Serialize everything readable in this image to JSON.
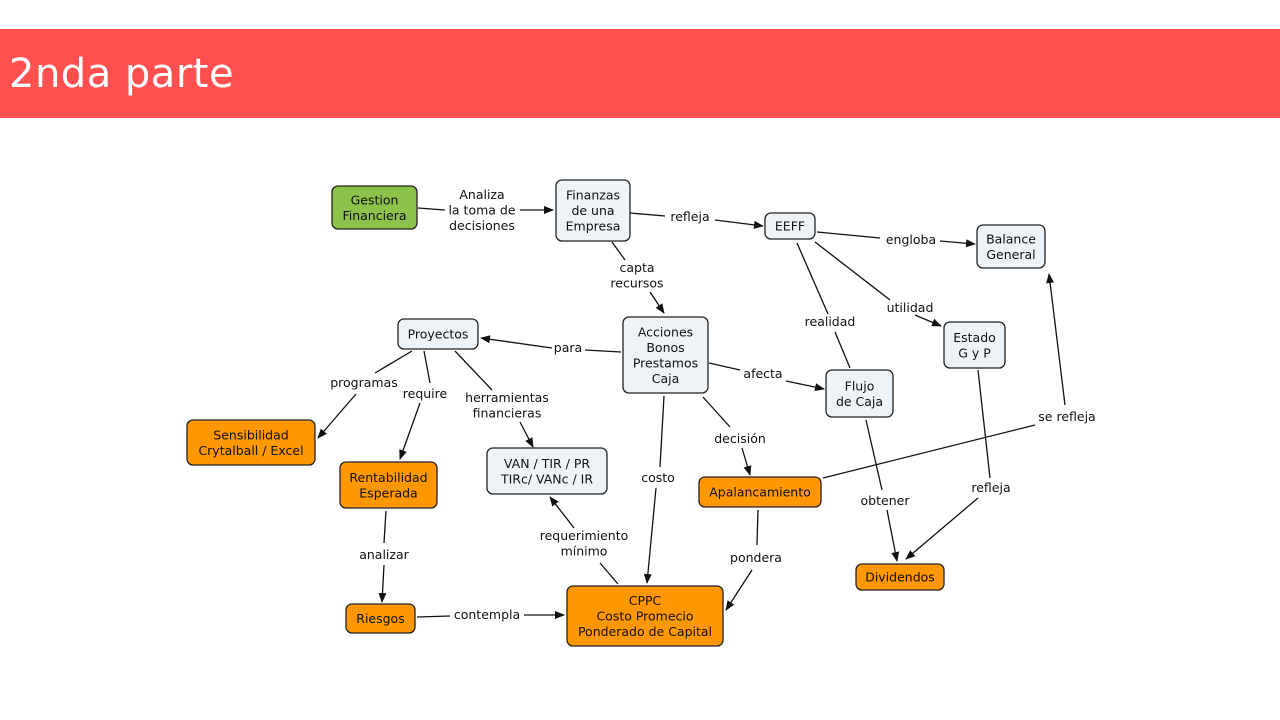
{
  "slide": {
    "title": "2nda parte"
  },
  "colors": {
    "title_bar": "#ff4f4f",
    "green": "#8bc34a",
    "orange": "#ff9800",
    "light": "#eef3f7"
  },
  "nodes": {
    "gestion": {
      "lines": [
        "Gestion",
        "Financiera"
      ],
      "color": "green"
    },
    "finanzas": {
      "lines": [
        "Finanzas",
        "de una",
        "Empresa"
      ],
      "color": "light"
    },
    "eeff": {
      "lines": [
        "EEFF"
      ],
      "color": "light"
    },
    "balance": {
      "lines": [
        "Balance",
        "General"
      ],
      "color": "light"
    },
    "estado": {
      "lines": [
        "Estado",
        "G y P"
      ],
      "color": "light"
    },
    "acciones": {
      "lines": [
        "Acciones",
        "Bonos",
        "Prestamos",
        "Caja"
      ],
      "color": "light"
    },
    "proyectos": {
      "lines": [
        "Proyectos"
      ],
      "color": "light"
    },
    "flujo": {
      "lines": [
        "Flujo",
        "de Caja"
      ],
      "color": "light"
    },
    "sensibilidad": {
      "lines": [
        "Sensibilidad",
        "Crytalball / Excel"
      ],
      "color": "orange"
    },
    "rentabilidad": {
      "lines": [
        "Rentabilidad",
        "Esperada"
      ],
      "color": "orange"
    },
    "van": {
      "lines": [
        "VAN / TIR / PR",
        "TIRc/ VANc / IR"
      ],
      "color": "light"
    },
    "apalancamiento": {
      "lines": [
        "Apalancamiento"
      ],
      "color": "orange"
    },
    "dividendos": {
      "lines": [
        "Dividendos"
      ],
      "color": "orange"
    },
    "riesgos": {
      "lines": [
        "Riesgos"
      ],
      "color": "orange"
    },
    "cppc": {
      "lines": [
        "CPPC",
        "Costo Promecio",
        "Ponderado de Capital"
      ],
      "color": "orange"
    }
  },
  "links": {
    "analiza": [
      "Analiza",
      "la toma de",
      "decisiones"
    ],
    "refleja1": [
      "refleja"
    ],
    "engloba": [
      "engloba"
    ],
    "capta": [
      "capta",
      "recursos"
    ],
    "utilidad": [
      "utilidad"
    ],
    "realidad": [
      "realidad"
    ],
    "para": [
      "para"
    ],
    "afecta": [
      "afecta"
    ],
    "programas": [
      "programas"
    ],
    "require": [
      "require"
    ],
    "herramientas": [
      "herramientas",
      "financieras"
    ],
    "se_refleja": [
      "se refleja"
    ],
    "decision": [
      "decisión"
    ],
    "costo": [
      "costo"
    ],
    "obtener": [
      "obtener"
    ],
    "refleja2": [
      "refleja"
    ],
    "analizar": [
      "analizar"
    ],
    "requerimiento": [
      "requerimiento",
      "mínimo"
    ],
    "pondera": [
      "pondera"
    ],
    "contempla": [
      "contempla"
    ]
  }
}
